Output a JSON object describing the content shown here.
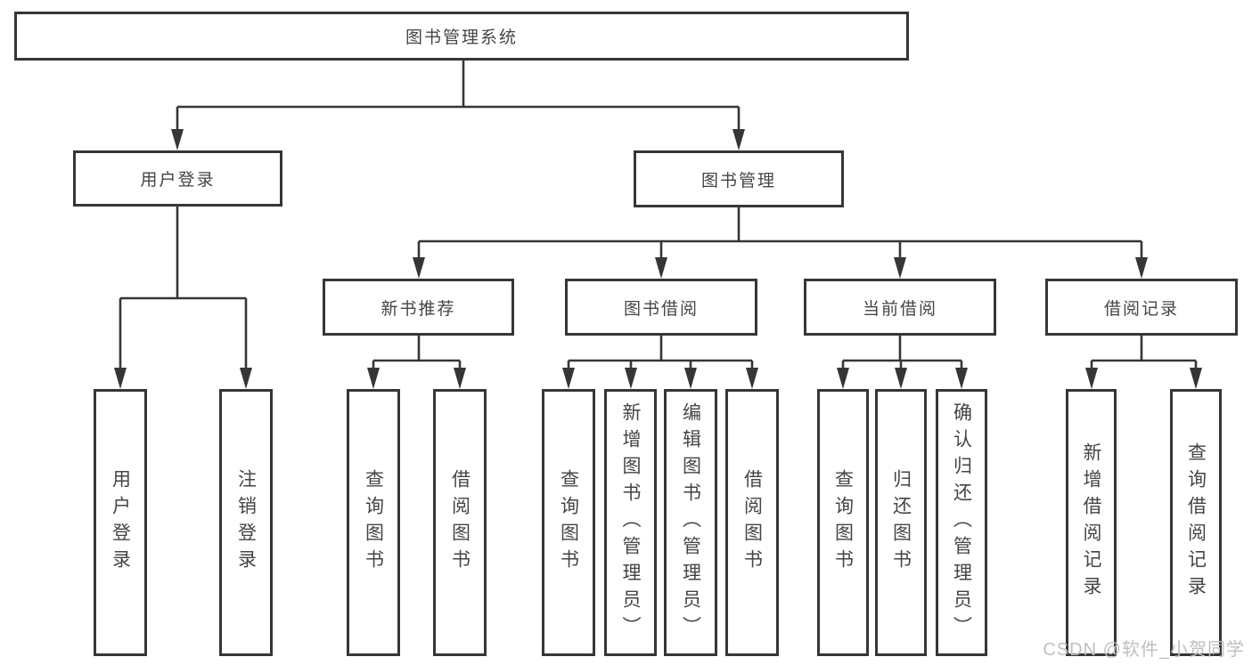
{
  "diagram_type": "hierarchy",
  "tree": {
    "root": "图书管理系统",
    "children": [
      {
        "label": "用户登录",
        "children": [
          {
            "label": "用户登录"
          },
          {
            "label": "注销登录"
          }
        ]
      },
      {
        "label": "图书管理",
        "children": [
          {
            "label": "新书推荐",
            "children": [
              {
                "label": "查询图书"
              },
              {
                "label": "借阅图书"
              }
            ]
          },
          {
            "label": "图书借阅",
            "children": [
              {
                "label": "查询图书"
              },
              {
                "label": "新增图书（管理员）"
              },
              {
                "label": "编辑图书（管理员）"
              },
              {
                "label": "借阅图书"
              }
            ]
          },
          {
            "label": "当前借阅",
            "children": [
              {
                "label": "查询图书"
              },
              {
                "label": "归还图书"
              },
              {
                "label": "确认归还（管理员）"
              }
            ]
          },
          {
            "label": "借阅记录",
            "children": [
              {
                "label": "新增借阅记录"
              },
              {
                "label": "查询借阅记录"
              }
            ]
          }
        ]
      }
    ]
  },
  "watermark": {
    "text": "CSDN @软件_小贺同学"
  },
  "colors": {
    "line": "#363636",
    "text": "#454545",
    "watermark": "#bfbfbf",
    "background": "#ffffff"
  }
}
